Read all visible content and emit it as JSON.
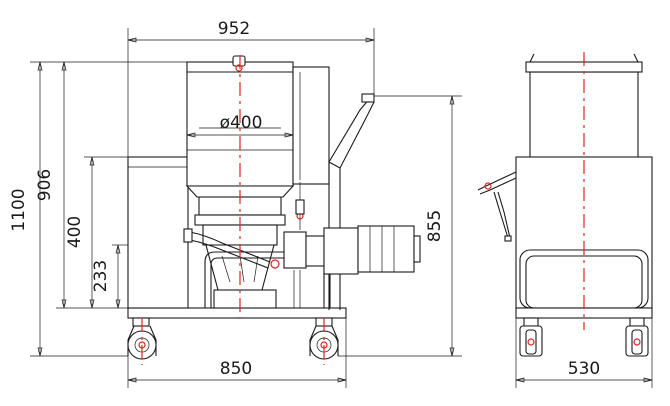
{
  "dimensions": {
    "overall_width": "952",
    "hopper_diameter": "ø400",
    "overall_height": "1100",
    "height_906": "906",
    "height_400": "400",
    "height_233": "233",
    "handle_height": "855",
    "wheelbase_length": "850",
    "wheelbase_width": "530"
  },
  "colors": {
    "line": "#1a1a1a",
    "centerline": "#e0241b",
    "background": "#ffffff"
  }
}
